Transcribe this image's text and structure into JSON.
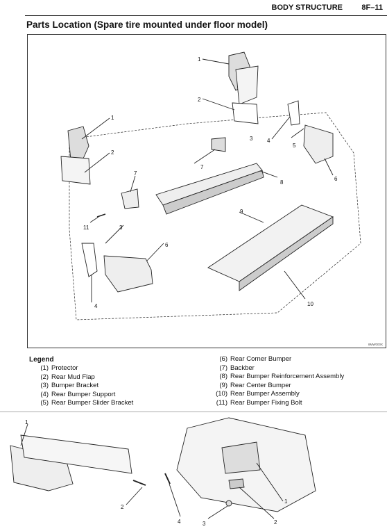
{
  "header": {
    "section": "BODY STRUCTURE",
    "page": "8F–11"
  },
  "title": "Parts Location (Spare tire mounted under floor model)",
  "figure_code": "8MW000X",
  "legend": {
    "title": "Legend",
    "left": [
      {
        "num": "(1)",
        "text": "Protector"
      },
      {
        "num": "(2)",
        "text": "Rear Mud Flap"
      },
      {
        "num": "(3)",
        "text": "Bumper Bracket"
      },
      {
        "num": "(4)",
        "text": "Rear Bumper Support"
      },
      {
        "num": "(5)",
        "text": "Rear Bumper Slider Bracket"
      }
    ],
    "right": [
      {
        "num": "(6)",
        "text": "Rear Corner Bumper"
      },
      {
        "num": "(7)",
        "text": "Backber"
      },
      {
        "num": "(8)",
        "text": "Rear Bumper Reinforcement Assembly"
      },
      {
        "num": "(9)",
        "text": "Rear Center Bumper"
      },
      {
        "num": "(10)",
        "text": "Rear Bumper Assembly"
      },
      {
        "num": "(11)",
        "text": "Rear Bumper Fixing Bolt"
      }
    ]
  },
  "callouts": {
    "c1": "1",
    "c2": "2",
    "c3": "3",
    "c4": "4",
    "c5": "5",
    "c6": "6",
    "c7": "7",
    "c8": "8",
    "c9": "9",
    "c10": "10",
    "c11": "11"
  }
}
